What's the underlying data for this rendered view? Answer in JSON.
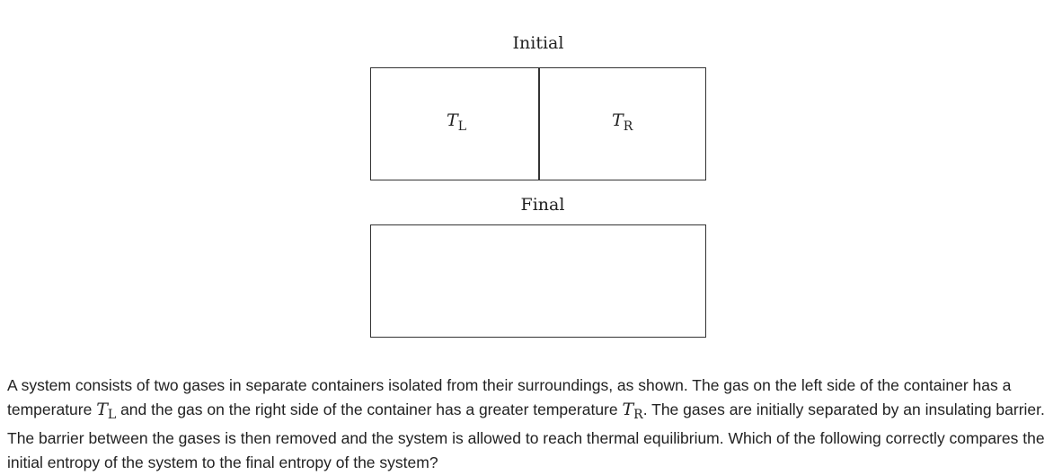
{
  "diagram": {
    "initial_label": "Initial",
    "final_label": "Final",
    "left_temp_symbol": "T",
    "left_temp_subscript": "L",
    "right_temp_symbol": "T",
    "right_temp_subscript": "R"
  },
  "question": {
    "part1": "A system consists of two gases in separate containers isolated from their surroundings, as shown. The gas on the left side of the container has a temperature ",
    "t_left_symbol": "T",
    "t_left_subscript": "L",
    "part2": " and the gas on the right side of the container has a greater temperature ",
    "t_right_symbol": "T",
    "t_right_subscript": "R",
    "part3": ". The gases are initially separated by an insulating barrier. The barrier between the gases is then removed and the system is allowed to reach thermal equilibrium. Which of the following correctly compares the initial entropy of the system to the final entropy of the system?"
  }
}
